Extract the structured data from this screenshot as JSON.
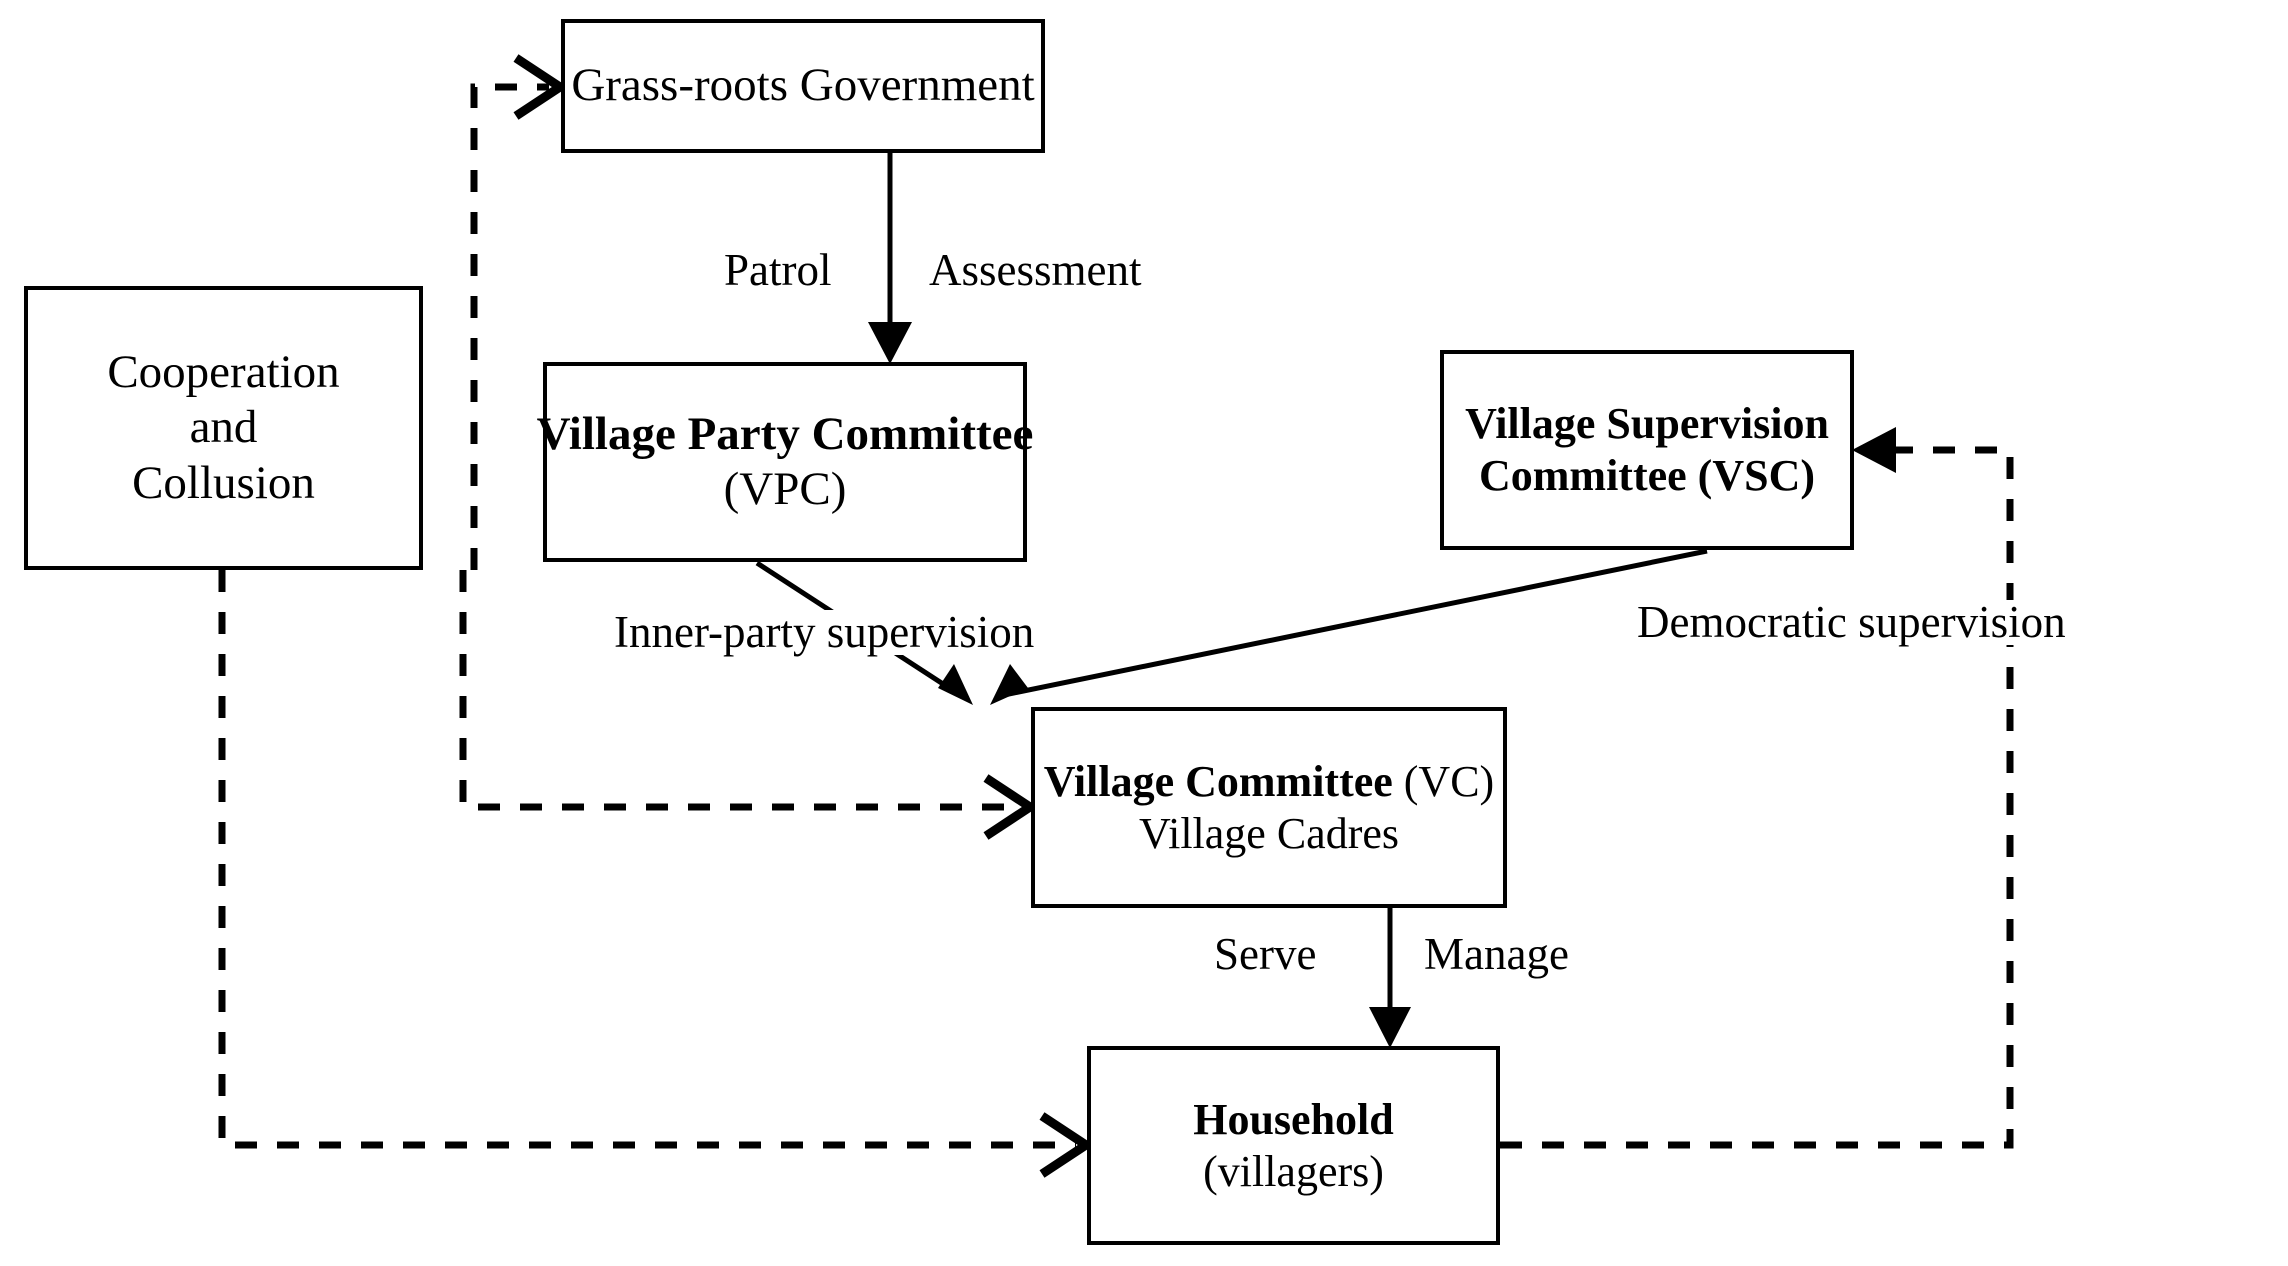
{
  "diagram": {
    "title": "Village governance structure",
    "colors": {
      "stroke": "#000000",
      "background": "#ffffff",
      "text": "#000000"
    },
    "nodes": [
      {
        "id": "grassroots",
        "label": "Grass-roots Government",
        "lines": [
          {
            "text": "Grass-roots Government",
            "bold": false
          }
        ]
      },
      {
        "id": "cooperation",
        "label": "Cooperation and Collusion",
        "lines": [
          {
            "text": "Cooperation",
            "bold": false
          },
          {
            "text": "and",
            "bold": false
          },
          {
            "text": "Collusion",
            "bold": false
          }
        ]
      },
      {
        "id": "vpc",
        "label": "Village Party Committee (VPC)",
        "lines": [
          {
            "text": "Village Party Committee",
            "bold": true
          },
          {
            "text": "(VPC)",
            "bold": false
          }
        ]
      },
      {
        "id": "vsc",
        "label": "Village Supervision Committee (VSC)",
        "lines": [
          {
            "text": "Village Supervision",
            "bold": true
          },
          {
            "text": "Committee (VSC)",
            "bold": true
          }
        ]
      },
      {
        "id": "vc",
        "label": "Village Committee (VC) — Village Cadres",
        "lines": [
          {
            "text": "Village Committee (VC)",
            "bold": true
          },
          {
            "text": "Village Cadres",
            "bold": false
          }
        ]
      },
      {
        "id": "household",
        "label": "Household (villagers)",
        "lines": [
          {
            "text": "Household",
            "bold": true
          },
          {
            "text": "(villagers)",
            "bold": false
          }
        ]
      }
    ],
    "node_text": {
      "grassroots_line1": "Grass-roots Government",
      "cooperation_line1": "Cooperation",
      "cooperation_line2": "and",
      "cooperation_line3": "Collusion",
      "vpc_line1": "Village Party Committee",
      "vpc_line2": "(VPC)",
      "vsc_line1": "Village Supervision",
      "vsc_line2": "Committee (VSC)",
      "vc_line1_bold": "Village Committee",
      "vc_line1_rest": " (VC)",
      "vc_line2": "Village Cadres",
      "household_line1": "Household",
      "household_line2": "(villagers)"
    },
    "edges": [
      {
        "id": "grassroots-to-vpc",
        "from": "grassroots",
        "to": "vpc",
        "style": "solid",
        "labels": [
          "Patrol",
          "Assessment"
        ]
      },
      {
        "id": "vpc-to-vc",
        "from": "vpc",
        "to": "vc",
        "style": "solid",
        "labels": [
          "Inner-party supervision"
        ]
      },
      {
        "id": "vsc-to-vc",
        "from": "vsc",
        "to": "vc",
        "style": "solid",
        "labels": [
          "Democratic supervision"
        ]
      },
      {
        "id": "vc-to-household",
        "from": "vc",
        "to": "household",
        "style": "solid",
        "labels": [
          "Serve",
          "Manage"
        ]
      },
      {
        "id": "cooperation-to-grassroots",
        "from": "cooperation",
        "to": "grassroots",
        "style": "dashed",
        "labels": []
      },
      {
        "id": "cooperation-to-vc",
        "from": "cooperation",
        "to": "vc",
        "style": "dashed",
        "labels": []
      },
      {
        "id": "cooperation-to-household",
        "from": "cooperation",
        "to": "household",
        "style": "dashed",
        "labels": []
      },
      {
        "id": "household-to-vsc",
        "from": "household",
        "to": "vsc",
        "style": "dashed",
        "labels": []
      }
    ],
    "edge_labels": {
      "patrol": "Patrol",
      "assessment": "Assessment",
      "inner_party_supervision": "Inner-party supervision",
      "democratic_supervision": "Democratic supervision",
      "serve": "Serve",
      "manage": "Manage"
    }
  }
}
